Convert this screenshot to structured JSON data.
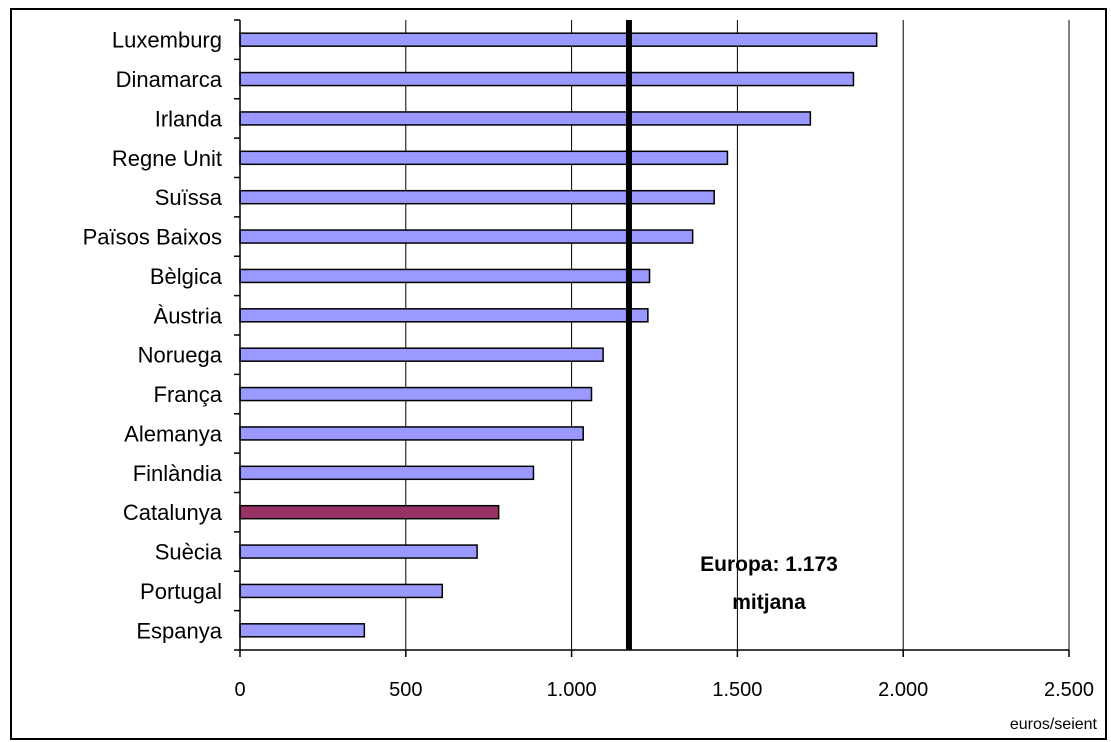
{
  "chart_data": {
    "type": "bar",
    "orientation": "horizontal",
    "categories": [
      "Luxemburg",
      "Dinamarca",
      "Irlanda",
      "Regne Unit",
      "Suïssa",
      "Països Baixos",
      "Bèlgica",
      "Àustria",
      "Noruega",
      "França",
      "Alemanya",
      "Finlàndia",
      "Catalunya",
      "Suècia",
      "Portugal",
      "Espanya"
    ],
    "values": [
      1920,
      1850,
      1720,
      1470,
      1430,
      1365,
      1235,
      1230,
      1095,
      1060,
      1035,
      885,
      780,
      715,
      610,
      375
    ],
    "highlight_category": "Catalunya",
    "colors": {
      "bar": "#9999ff",
      "highlight": "#993366",
      "reference_line": "#000000",
      "grid": "#000000"
    },
    "xlim": [
      0,
      2500
    ],
    "xticks": [
      0,
      500,
      1000,
      1500,
      2000,
      2500
    ],
    "xtick_labels": [
      "0",
      "500",
      "1.000",
      "1.500",
      "2.000",
      "2.500"
    ],
    "xunit": "euros/seient",
    "grid": "vertical major lines",
    "reference_line": {
      "value": 1173,
      "label_line1": "Europa: 1.173",
      "label_line2": "mitjana"
    }
  }
}
